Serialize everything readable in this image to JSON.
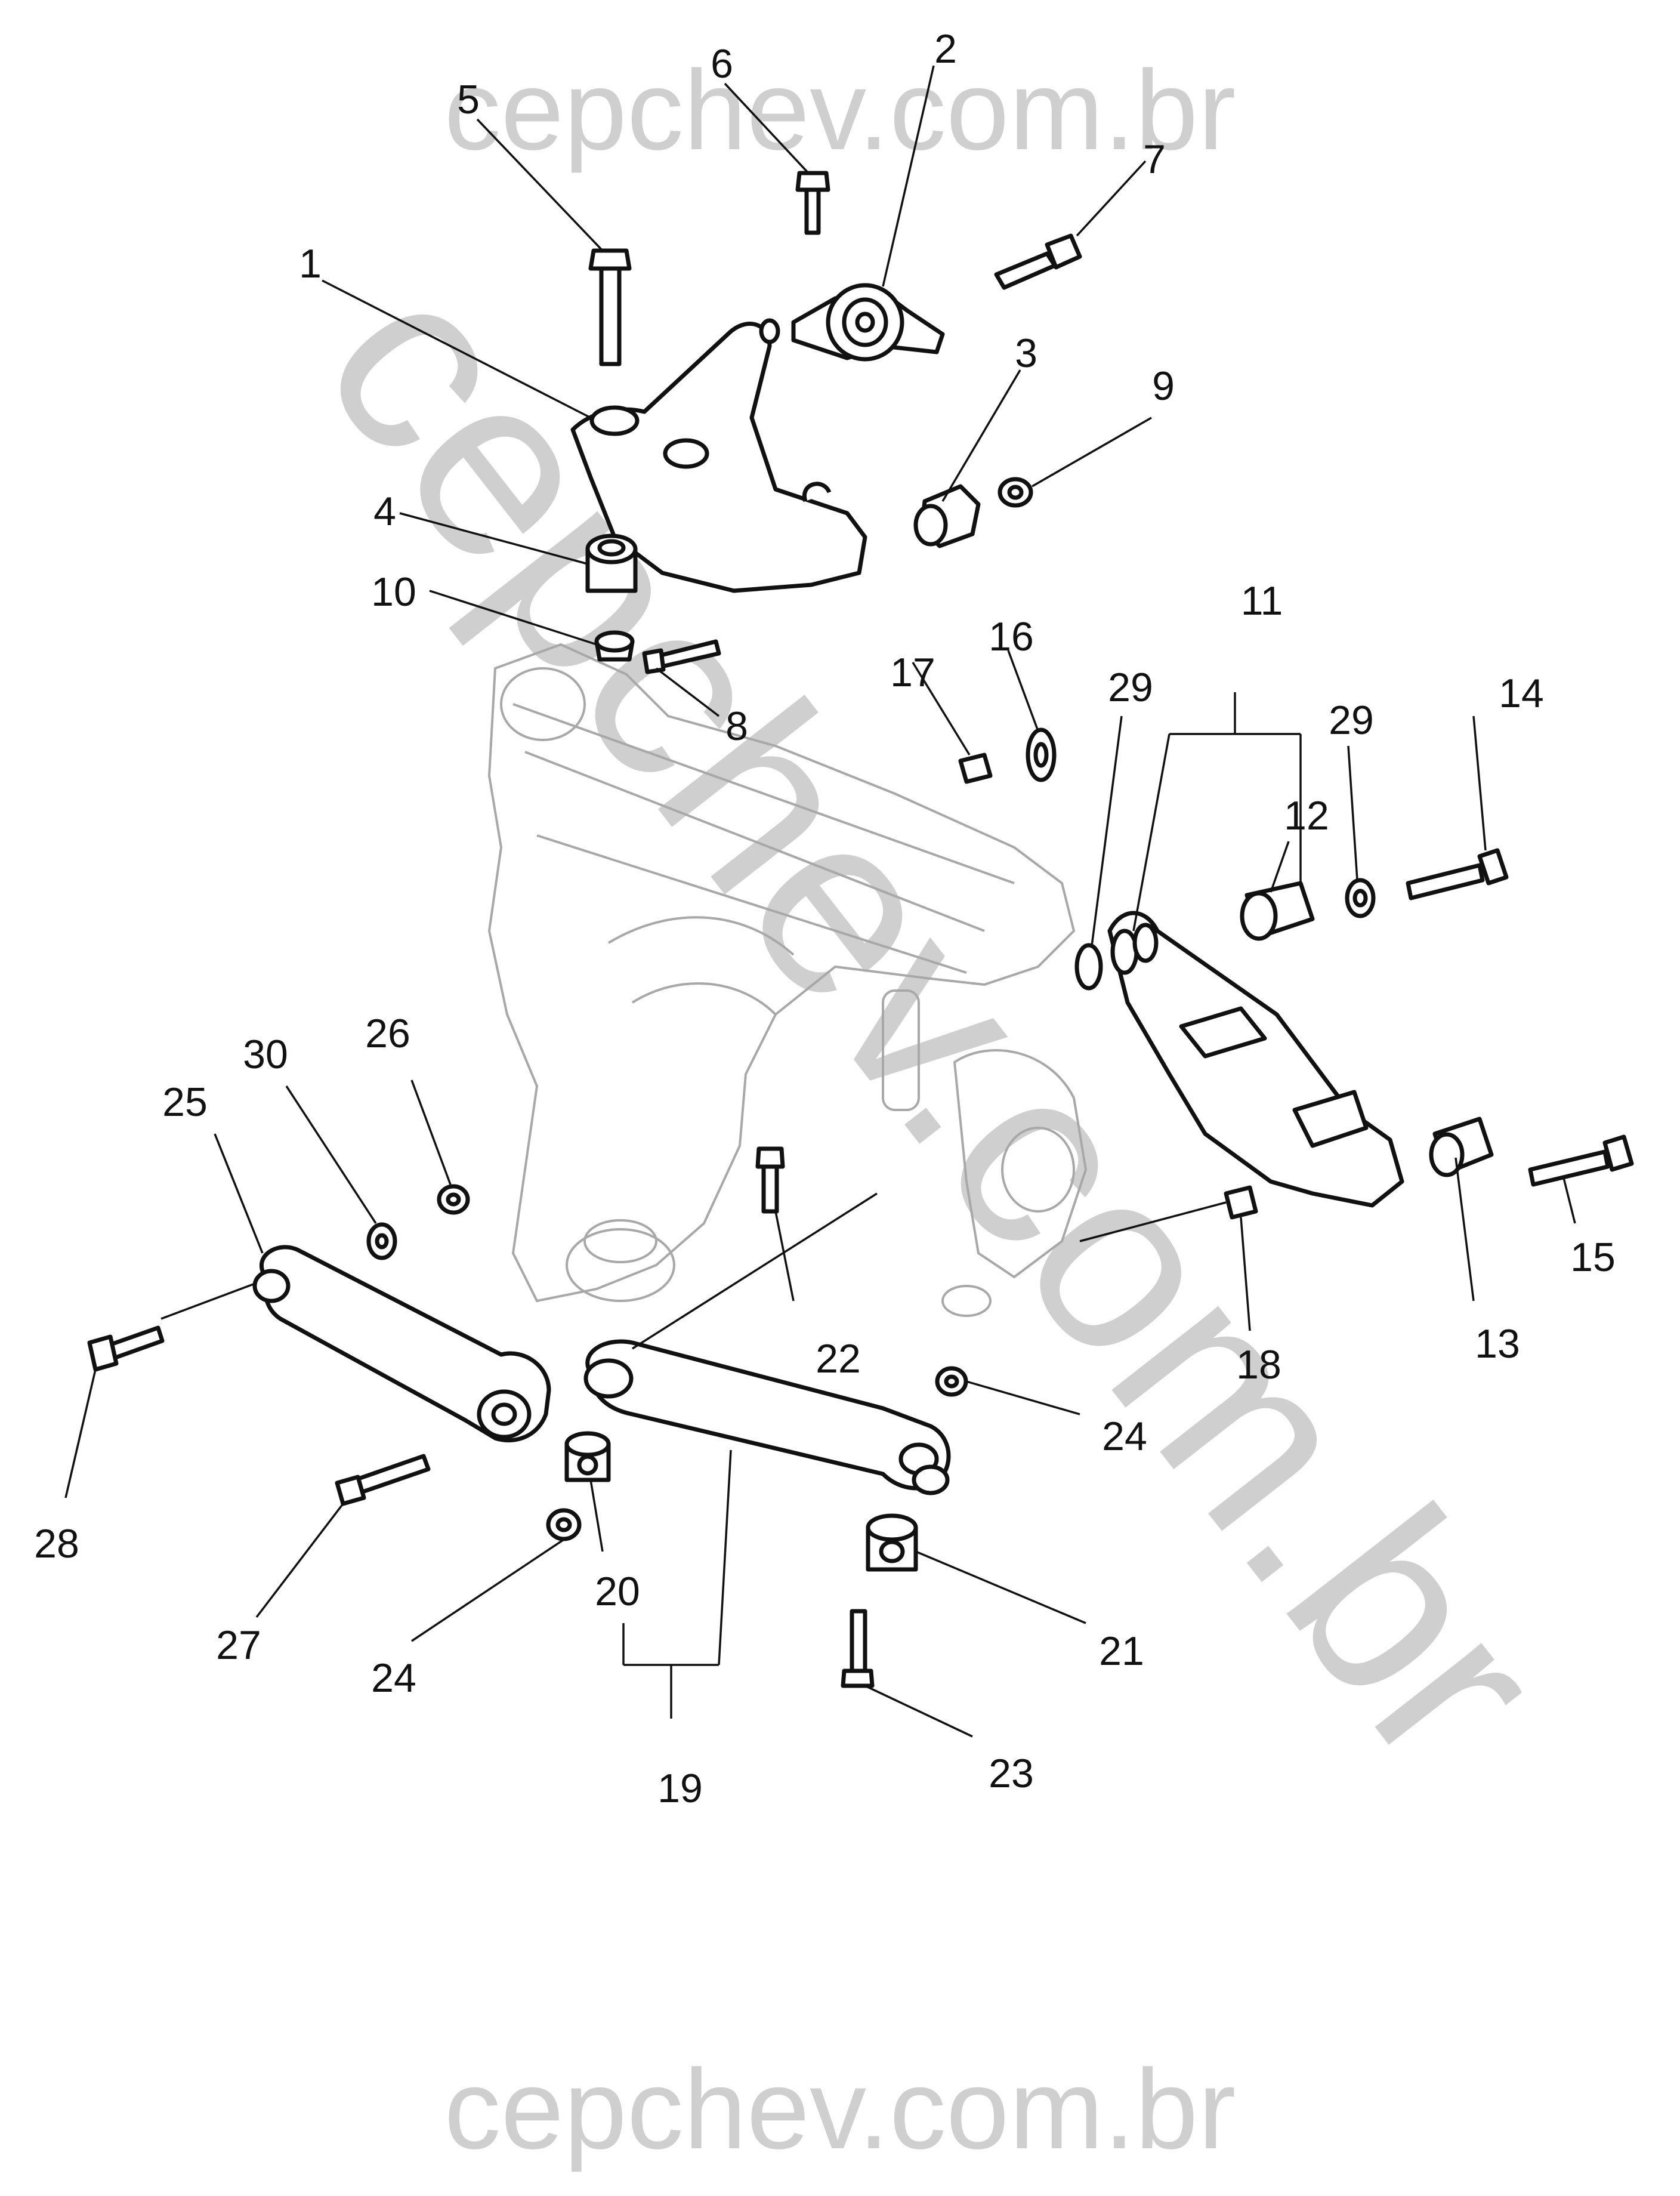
{
  "watermarks": {
    "top": "cepchev.com.br",
    "diagonal": "cepchev.com.br",
    "bottom": "cepchev.com.br"
  },
  "callouts": [
    "1",
    "2",
    "3",
    "4",
    "5",
    "6",
    "7",
    "8",
    "9",
    "10",
    "11",
    "12",
    "13",
    "14",
    "15",
    "16",
    "17",
    "18",
    "19",
    "20",
    "21",
    "22",
    "23",
    "24",
    "24",
    "25",
    "26",
    "27",
    "28",
    "29",
    "29",
    "30"
  ],
  "colors": {
    "line": "#111111",
    "ghost": "#a8a8a8",
    "watermark": "#cfcfcf",
    "background": "#ffffff"
  }
}
